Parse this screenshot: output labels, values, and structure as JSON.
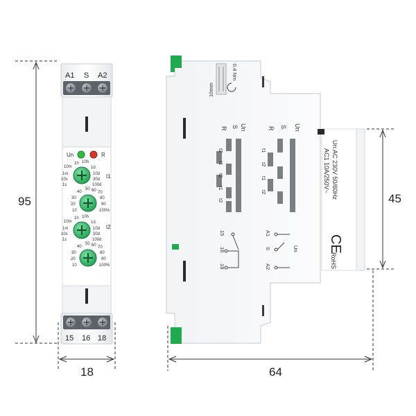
{
  "dimensions": {
    "height": "95",
    "width_front": "18",
    "depth": "64",
    "label_height": "45"
  },
  "front": {
    "top_terminals": [
      "A1",
      "S",
      "A2"
    ],
    "bottom_terminals": [
      "15",
      "16",
      "18"
    ],
    "led_un": "Un",
    "led_r": "R",
    "knob_t1_label": "t1",
    "knob_t2_label": "t2",
    "range_labels": {
      "top_left": "1h",
      "top": "10h",
      "r1": "1d",
      "r2": "10d",
      "r3": "30d",
      "r4": "100d",
      "l1": "10m",
      "l2": "1m",
      "l3": "10s",
      "l4": "1s"
    },
    "pct_labels": {
      "p40": "40",
      "p50": "50",
      "p60": "60",
      "p70": "70",
      "p30": "30",
      "p80": "80",
      "p20": "20",
      "p90": "90",
      "p10": "10",
      "p100": "100%"
    }
  },
  "side": {
    "torque": "0.4 Nm",
    "strip": "10mm",
    "function_headers": [
      "Un",
      "S",
      "R",
      "Un",
      "S",
      "R"
    ],
    "timing_labels_col1": [
      "t2",
      "t1",
      "t2",
      "t1",
      "t2"
    ],
    "timing_labels_col2": [
      "t1",
      "t2",
      "t1",
      "t2"
    ],
    "spec_line1": "Un:AC 230V 50/60Hz",
    "spec_line2": "AC1 10A/250V~",
    "ce": "CE",
    "rohs": "RoHS",
    "contact_terminals": [
      "15",
      "16",
      "18"
    ],
    "coil_terminals": [
      "A1",
      "S",
      "A2"
    ],
    "un_label": "Un"
  },
  "colors": {
    "knob": "#2bbf6a",
    "din_clip": "#1faa50",
    "led_green": "#2fbf3f",
    "led_red": "#d33a2a"
  }
}
